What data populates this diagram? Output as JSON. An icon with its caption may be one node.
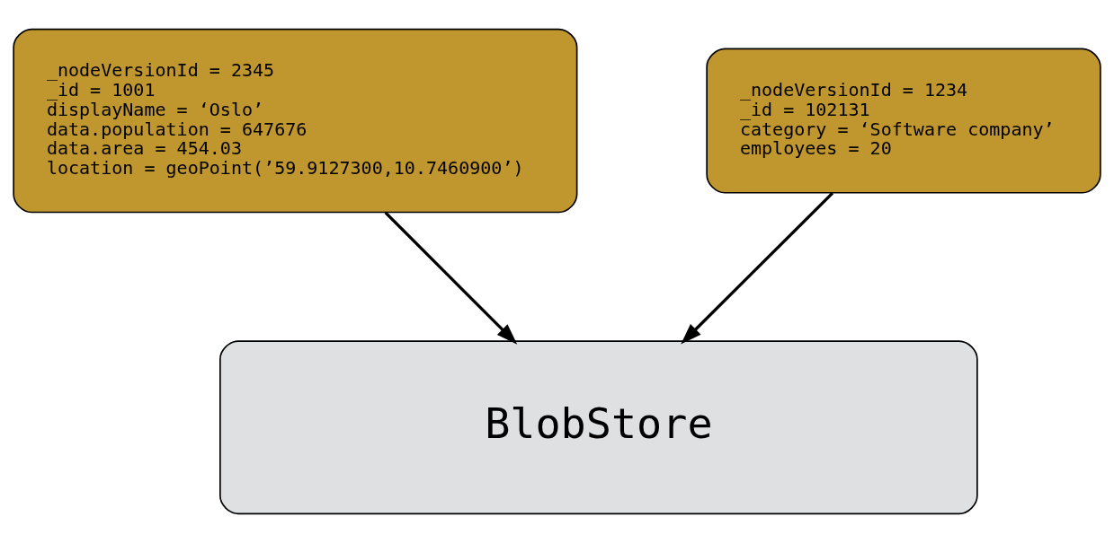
{
  "diagram": {
    "nodes": [
      {
        "text": [
          "_nodeVersionId = 2345",
          "_id = 1001",
          "displayName = ‘Oslo’",
          "data.population = 647676",
          "data.area = 454.03",
          "location = geoPoint(’59.9127300,10.7460900’)"
        ]
      },
      {
        "text": [
          "_nodeVersionId = 1234",
          "_id = 102131",
          "category = ‘Software company’",
          "employees = 20"
        ]
      },
      {
        "text": [
          "BlobStore"
        ]
      }
    ],
    "edges": [
      {
        "from": 0,
        "to": 2,
        "arrow": "to"
      },
      {
        "from": 1,
        "to": 2,
        "arrow": "to"
      }
    ]
  }
}
